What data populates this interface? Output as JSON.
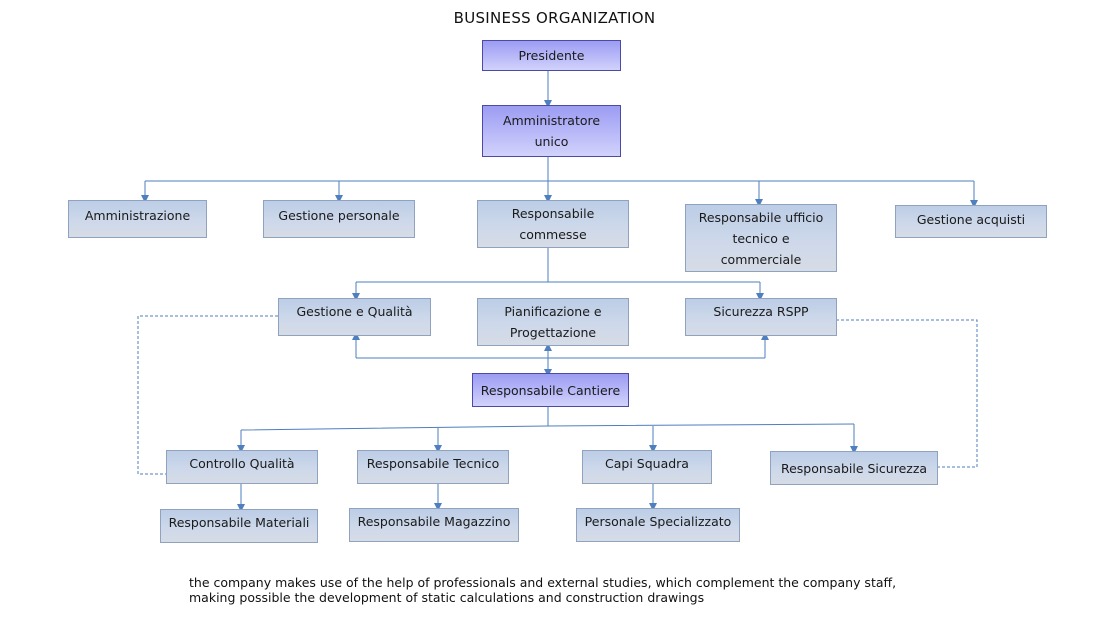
{
  "title": "BUSINESS ORGANIZATION",
  "colors": {
    "line": "#4f7fbe",
    "dashed": "#4f7fbe",
    "light_box": "#c5d3ea",
    "highlight_box": "#b4b4f8"
  },
  "nodes": {
    "presidente": "Presidente",
    "amministratore": "Amministratore unico",
    "amministrazione": "Amministrazione",
    "gestione_personale": "Gestione personale",
    "responsabile_commesse": "Responsabile commesse",
    "responsabile_ufficio": "Responsabile ufficio tecnico e commerciale",
    "gestione_acquisti": "Gestione acquisti",
    "gestione_qualita": "Gestione e Qualità",
    "pianificazione": "Pianificazione e Progettazione",
    "sicurezza_rspp": "Sicurezza RSPP",
    "responsabile_cantiere": "Responsabile Cantiere",
    "controllo_qualita": "Controllo Qualità",
    "responsabile_tecnico": "Responsabile Tecnico",
    "capi_squadra": "Capi Squadra",
    "responsabile_sicurezza": "Responsabile Sicurezza",
    "responsabile_materiali": "Responsabile Materiali",
    "responsabile_magazzino": "Responsabile Magazzino",
    "personale_specializzato": "Personale Specializzato"
  },
  "note": {
    "line1": "the company makes use of the help of professionals and external studies, which complement the company staff,",
    "line2": "making possible the development of static calculations and construction drawings"
  }
}
